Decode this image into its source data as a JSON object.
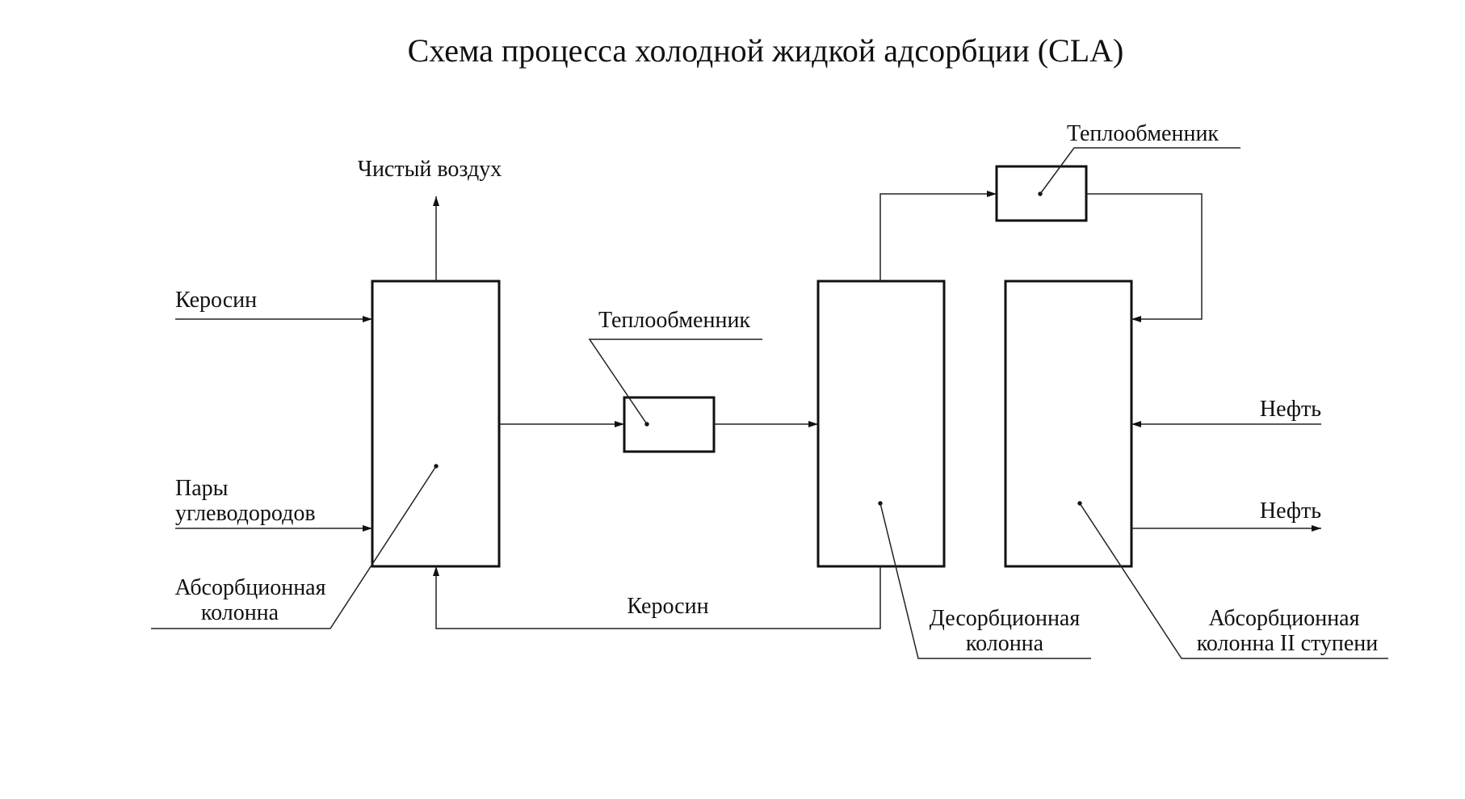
{
  "title": "Схема процесса холодной жидкой адсорбции (CLA)",
  "labels": {
    "clean_air": "Чистый воздух",
    "kerosene_in": "Керосин",
    "vapors_line1": "Пары",
    "vapors_line2": "углеводородов",
    "absorption_column_line1": "Абсорбционная",
    "absorption_column_line2": "колонна",
    "heat_exchanger_middle": "Теплообменник",
    "heat_exchanger_top": "Теплообменник",
    "kerosene_return": "Керосин",
    "desorption_column_line1": "Десорбционная",
    "desorption_column_line2": "колонна",
    "oil_in": "Нефть",
    "oil_out": "Нефть",
    "absorption_column_2_line1": "Абсорбционная",
    "absorption_column_2_line2": "колонна II ступени"
  }
}
